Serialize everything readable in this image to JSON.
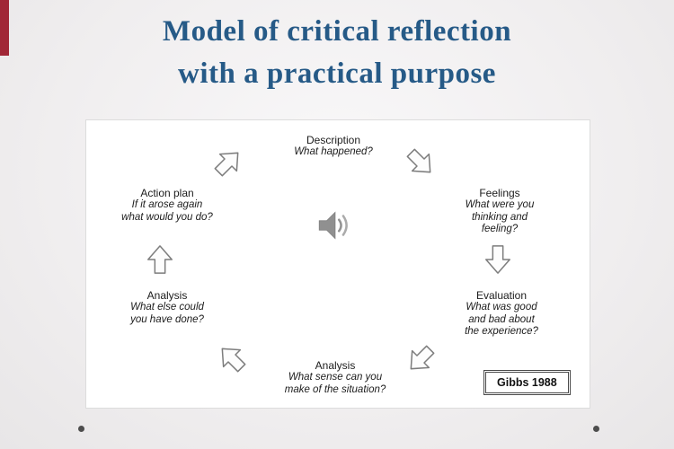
{
  "slide": {
    "title": {
      "line1": "Model of critical reflection",
      "line2": "with a practical purpose"
    },
    "colors": {
      "title_text": "#265a87",
      "accent_bar": "#a12737",
      "diagram_background": "#ffffff",
      "diagram_text": "#1c1c1c",
      "arrow_stroke": "#7d7d7d",
      "arrow_fill": "#fdfdfd"
    }
  },
  "diagram": {
    "stages": [
      {
        "title": "Description",
        "subtitle": "What happened?"
      },
      {
        "title": "Feelings",
        "subtitle": "What were you\nthinking and feeling?"
      },
      {
        "title": "Evaluation",
        "subtitle": "What was good\nand bad about\nthe experience?"
      },
      {
        "title": "Analysis",
        "subtitle": "What sense can you\nmake of the situation?"
      },
      {
        "title": "Analysis",
        "subtitle": "What else could\nyou have done?"
      },
      {
        "title": "Action plan",
        "subtitle": "If it arose again\nwhat would you do?"
      }
    ],
    "arrows": [
      {
        "name": "arrow-actionplan-to-description",
        "direction": "up-right"
      },
      {
        "name": "arrow-description-to-feelings",
        "direction": "down-right"
      },
      {
        "name": "arrow-feelings-to-evaluation",
        "direction": "down"
      },
      {
        "name": "arrow-evaluation-to-analysis",
        "direction": "down-left"
      },
      {
        "name": "arrow-analysis-to-analysis-left",
        "direction": "up-left"
      },
      {
        "name": "arrow-analysis-to-actionplan",
        "direction": "up"
      }
    ],
    "icons": {
      "audio": "speaker-icon"
    },
    "citation": "Gibbs 1988"
  }
}
